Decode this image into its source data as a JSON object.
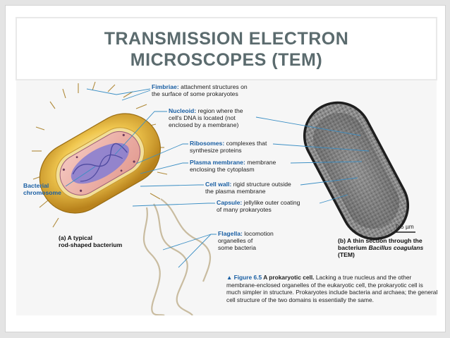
{
  "slide": {
    "title_line1": "TRANSMISSION ELECTRON",
    "title_line2": "MICROSCOPES (TEM)"
  },
  "figure": {
    "labels": {
      "fimbriae": {
        "term": "Fimbriae:",
        "text1": " attachment structures on",
        "text2": "the surface of some prokaryotes"
      },
      "nucleoid": {
        "term": "Nucleoid:",
        "text1": " region where the",
        "text2": "cell's DNA is located (not",
        "text3": "enclosed by a membrane)"
      },
      "ribosomes": {
        "term": "Ribosomes:",
        "text1": " complexes that",
        "text2": "synthesize proteins"
      },
      "plasma_membrane": {
        "term": "Plasma membrane:",
        "text1": " membrane",
        "text2": "enclosing the cytoplasm"
      },
      "cell_wall": {
        "term": "Cell wall:",
        "text1": " rigid structure outside",
        "text2": "the plasma membrane"
      },
      "capsule": {
        "term": "Capsule:",
        "text1": " jellylike outer coating",
        "text2": "of many prokaryotes"
      },
      "flagella": {
        "term": "Flagella:",
        "text1": " locomotion",
        "text2": "organelles of",
        "text3": "some bacteria"
      },
      "bacterial_chromosome": {
        "line1": "Bacterial",
        "line2": "chromosome"
      }
    },
    "caption_a": {
      "line1": "(a) A typical",
      "line2": "rod-shaped bacterium"
    },
    "caption_b": {
      "line1": "(b) A thin section through the",
      "line2a": "bacterium ",
      "line2b": "Bacillus coagulans",
      "line3": "(TEM)"
    },
    "scale_bar": "0.5 µm",
    "figure_caption": {
      "marker": "▲ Figure 6.5",
      "heading": " A prokaryotic cell.",
      "text": " Lacking a true nucleus and the other membrane-enclosed organelles of the eukaryotic cell, the prokaryotic cell is much simpler in structure. Prokaryotes include bacteria and archaea; the general cell structure of the two domains is essentially the same."
    },
    "colors": {
      "leader_line": "#3a8ec4",
      "capsule": "#e2b23c",
      "cytoplasm": "#e8a9a0",
      "nucleoid": "#8a7fd0",
      "title_text": "#5b6b6e"
    }
  }
}
